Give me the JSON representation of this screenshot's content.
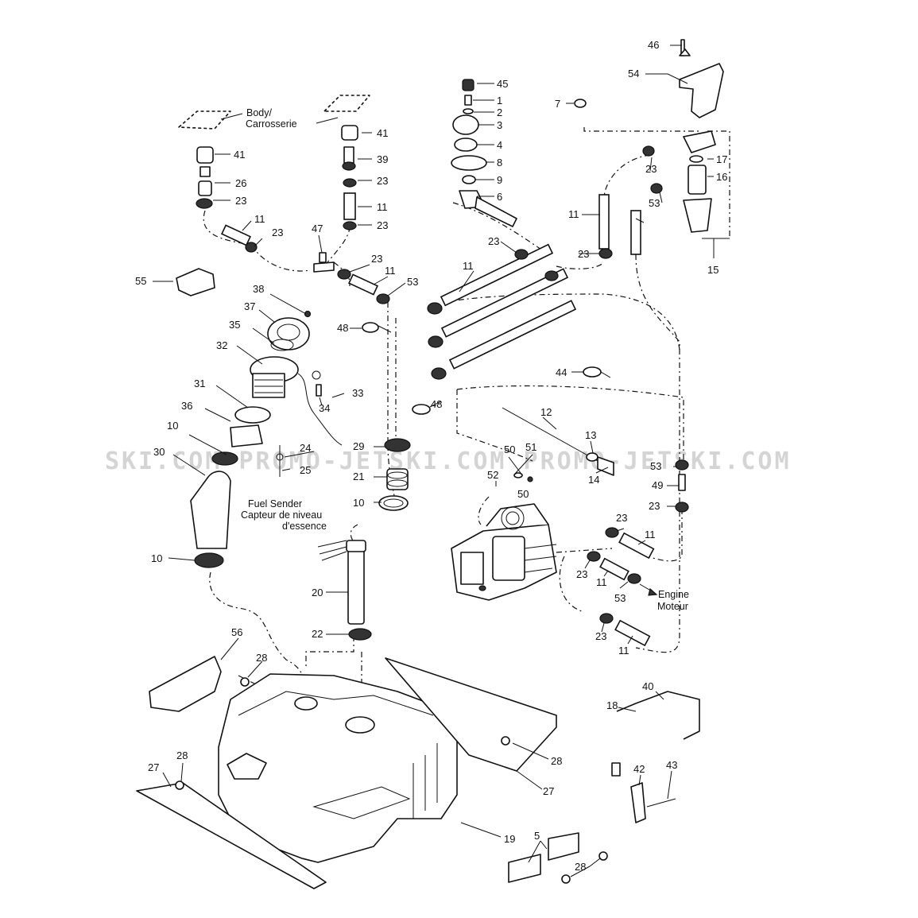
{
  "watermark": "SKI.COM PROMO-JETSKI.COM PROMO-JETSKI.COM",
  "notes": {
    "body_en": "Body/",
    "body_fr": "Carrosserie",
    "fuel_sender_en": "Fuel Sender",
    "fuel_sender_fr1": "Capteur de niveau",
    "fuel_sender_fr2": "d'essence",
    "engine_en": "Engine",
    "engine_fr": "Moteur"
  },
  "callouts": {
    "c1": "1",
    "c2": "2",
    "c3": "3",
    "c4": "4",
    "c5": "5",
    "c6": "6",
    "c7": "7",
    "c8": "8",
    "c9": "9",
    "c10": "10",
    "c11": "11",
    "c12": "12",
    "c13": "13",
    "c14": "14",
    "c15": "15",
    "c16": "16",
    "c17": "17",
    "c18": "18",
    "c19": "19",
    "c20": "20",
    "c21": "21",
    "c22": "22",
    "c23": "23",
    "c24": "24",
    "c25": "25",
    "c26": "26",
    "c27": "27",
    "c28": "28",
    "c29": "29",
    "c30": "30",
    "c31": "31",
    "c32": "32",
    "c33": "33",
    "c34": "34",
    "c35": "35",
    "c36": "36",
    "c37": "37",
    "c38": "38",
    "c39": "39",
    "c40": "40",
    "c41": "41",
    "c42": "42",
    "c43": "43",
    "c44": "44",
    "c45": "45",
    "c46": "46",
    "c47": "47",
    "c48": "48",
    "c49": "49",
    "c50": "50",
    "c51": "51",
    "c52": "52",
    "c53": "53",
    "c54": "54",
    "c55": "55",
    "c56": "56"
  }
}
